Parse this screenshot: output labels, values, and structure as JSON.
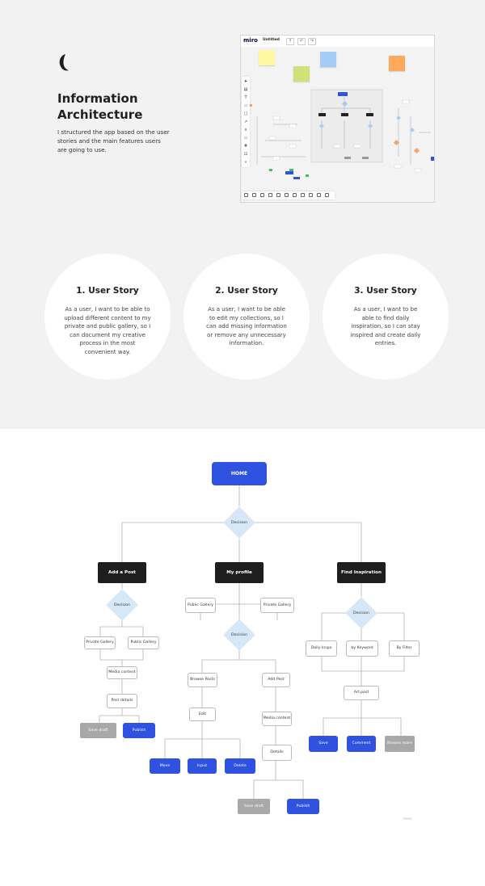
{
  "header": {
    "title_line1": "Information",
    "title_line2": "Architecture",
    "description": "I structured the app based on the user stories and the main features users are going to use."
  },
  "miro": {
    "logo": "miro",
    "file_name": "Untitled"
  },
  "user_stories": [
    {
      "title": "1. User Story",
      "text": "As a user, I want to be able to upload different content to my private and public gallery, so I can document my creative process in the most convenient way."
    },
    {
      "title": "2. User Story",
      "text": "As a user, I want to be able to edit my collections, so I can add missing information or remove any unnecessary information."
    },
    {
      "title": "3. User Story",
      "text": "As a user, I want to be able to find daily inspiration, so I can stay inspired and create daily entries."
    }
  ],
  "flow": {
    "home": "HOME",
    "decision": "Decision",
    "add_post": "Add a Post",
    "my_profile": "My profile",
    "find_inspiration": "Find Inspiration",
    "private_gallery": "Private Gallery",
    "public_gallery": "Public Gallery",
    "media_content": "Media content",
    "post_details": "Post details",
    "save_draft": "Save draft",
    "publish": "Publish",
    "browse_posts": "Browse Posts",
    "add_post_small": "Add Post",
    "edit": "Edit",
    "details": "Details",
    "move": "Move",
    "input": "Input",
    "delete": "Delete",
    "daily_inspo": "Daily Inspo",
    "by_keyword": "by Keyword",
    "by_filter": "By Filter",
    "art_post": "Art post",
    "save": "Save",
    "comment": "Comment",
    "browse_more": "Browse more"
  },
  "watermark": "miro",
  "colors": {
    "accent_blue": "#2f52e0",
    "decision_fill": "#d6e8f8",
    "dark_node": "#1e1e1e",
    "gray_node": "#a8a8a8"
  }
}
